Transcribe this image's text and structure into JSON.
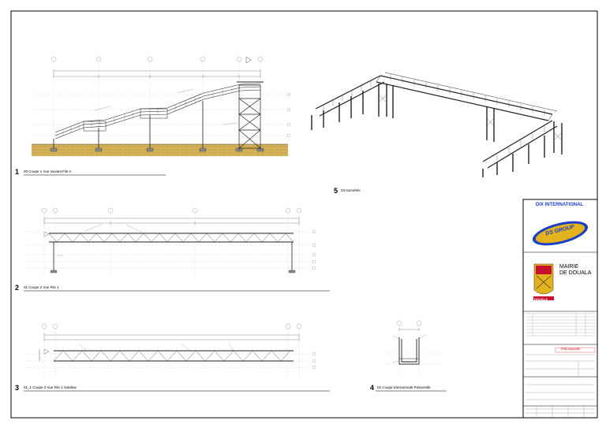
{
  "views": [
    {
      "number": "1",
      "caption": "00 Coupe 1 Vue suivant File A"
    },
    {
      "number": "2",
      "caption": "01 Coupe 2 Vue File 1"
    },
    {
      "number": "3",
      "caption": "01_1 Coupe 2 Vue File 1 Solidew"
    },
    {
      "number": "4",
      "caption": "02 Coupe transversale Passerelle"
    },
    {
      "number": "5",
      "caption": "03 Isométrie"
    }
  ],
  "title_block": {
    "company": "DIX INTERNATIONAL",
    "logo_text": "DS GROUP",
    "client_line1": "MAIRIE",
    "client_line2": "DE DOUALA",
    "seal_text": "DOUALA",
    "status": "PRÉLIMINAIRE"
  },
  "colors": {
    "ground": "#d9b55a",
    "ground_hatch": "#a8863a",
    "logo_blue": "#1c3fc8",
    "logo_gold": "#e3b21d",
    "seal_red": "#c8102e"
  }
}
